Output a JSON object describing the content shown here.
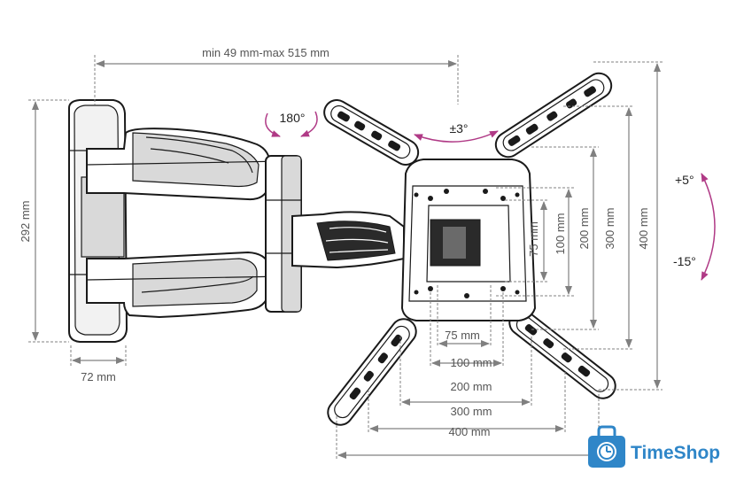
{
  "colors": {
    "line": "#1a1a1a",
    "dimension": "#808080",
    "dimension_text": "#555555",
    "rotation_accent": "#b03a86",
    "brand_blue": "#2f86c8",
    "bracket_fill": "#ffffff",
    "bracket_shade": "#d9d9d9",
    "bracket_dark": "#2a2a2a"
  },
  "dimensions": {
    "extension": "min 49 mm-max 515 mm",
    "height": "292 mm",
    "wall_plate_width": "72 mm",
    "rotation": "180°",
    "swivel": "±3°",
    "tilt_up": "+5°",
    "tilt_down": "-15°",
    "horizontal": [
      "75 mm",
      "100 mm",
      "200 mm",
      "300 mm",
      "400 mm"
    ],
    "vertical": [
      "75 mm",
      "100 mm",
      "200 mm",
      "300 mm",
      "400 mm"
    ]
  },
  "brand": {
    "name": "TimeShop",
    "icon": "clock-bag-icon"
  }
}
